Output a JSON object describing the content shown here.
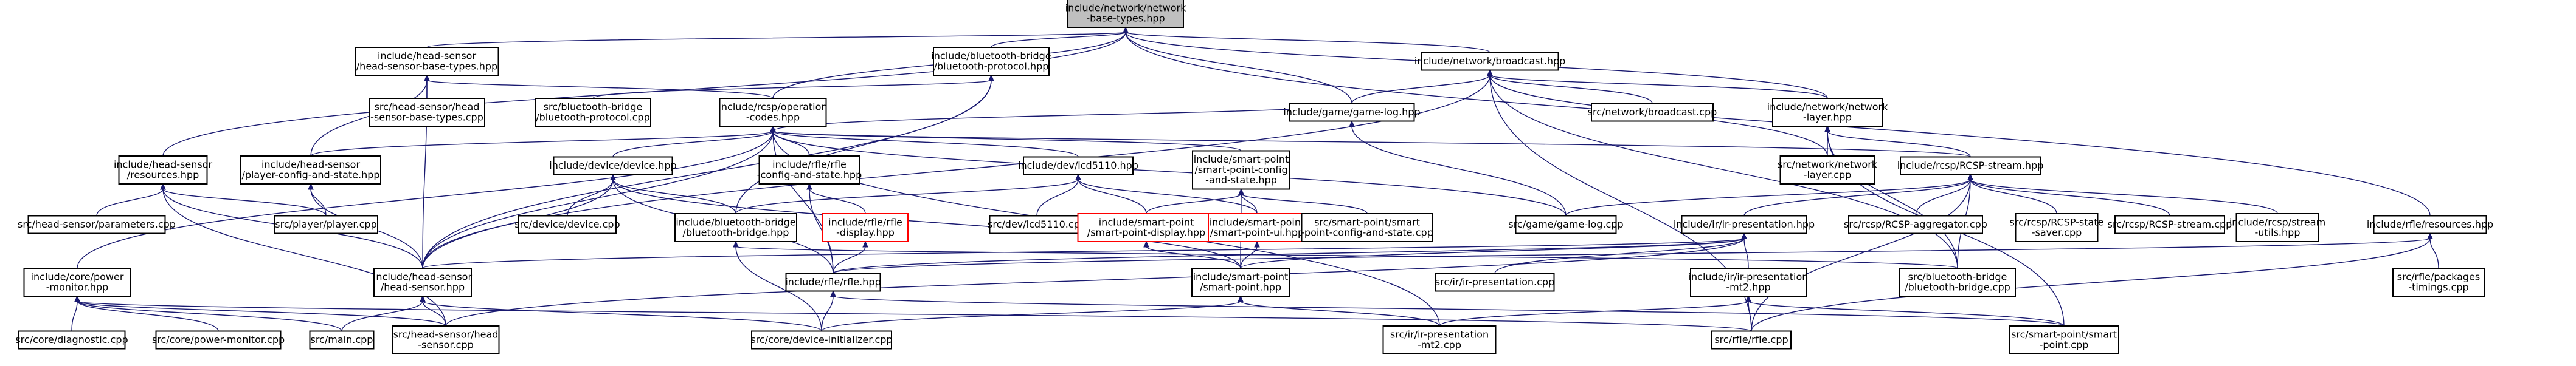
{
  "colors": {
    "edge": "#191970",
    "root_fill": "#bfbfbf",
    "node_border": "#000000",
    "missing_border": "#ff0000"
  },
  "nodes": [
    {
      "id": "root",
      "lines": [
        "include/network/network",
        "-base-types.hpp"
      ],
      "root": true
    },
    {
      "id": "hsbt",
      "lines": [
        "include/head-sensor",
        "/head-sensor-base-types.hpp"
      ]
    },
    {
      "id": "btproto",
      "lines": [
        "include/bluetooth-bridge",
        "/bluetooth-protocol.hpp"
      ]
    },
    {
      "id": "bcast",
      "lines": [
        "include/network/broadcast.hpp"
      ]
    },
    {
      "id": "hsbtcpp",
      "lines": [
        "src/head-sensor/head",
        "-sensor-base-types.cpp"
      ]
    },
    {
      "id": "btprotocpp",
      "lines": [
        "src/bluetooth-bridge",
        "/bluetooth-protocol.cpp"
      ]
    },
    {
      "id": "rcspop",
      "lines": [
        "include/rcsp/operation",
        "-codes.hpp"
      ]
    },
    {
      "id": "gamelog",
      "lines": [
        "include/game/game-log.hpp"
      ]
    },
    {
      "id": "bcastcpp",
      "lines": [
        "src/network/broadcast.cpp"
      ]
    },
    {
      "id": "netlayer",
      "lines": [
        "include/network/network",
        "-layer.hpp"
      ]
    },
    {
      "id": "hsres",
      "lines": [
        "include/head-sensor",
        "/resources.hpp"
      ]
    },
    {
      "id": "hspcs",
      "lines": [
        "include/head-sensor",
        "/player-config-and-state.hpp"
      ]
    },
    {
      "id": "devhpp",
      "lines": [
        "include/device/device.hpp"
      ]
    },
    {
      "id": "rflecfg",
      "lines": [
        "include/rfle/rfle",
        "-config-and-state.hpp"
      ]
    },
    {
      "id": "lcd",
      "lines": [
        "include/dev/lcd5110.hpp"
      ]
    },
    {
      "id": "sppcs",
      "lines": [
        "include/smart-point",
        "/smart-point-config",
        "-and-state.hpp"
      ]
    },
    {
      "id": "netlayercpp",
      "lines": [
        "src/network/network",
        "-layer.cpp"
      ]
    },
    {
      "id": "rcspstream",
      "lines": [
        "include/rcsp/RCSP-stream.hpp"
      ]
    },
    {
      "id": "params",
      "lines": [
        "src/head-sensor/parameters.cpp"
      ]
    },
    {
      "id": "playercpp",
      "lines": [
        "src/player/player.cpp"
      ]
    },
    {
      "id": "devcpp",
      "lines": [
        "src/device/device.cpp"
      ]
    },
    {
      "id": "btbridgehpp",
      "lines": [
        "include/bluetooth-bridge",
        "/bluetooth-bridge.hpp"
      ]
    },
    {
      "id": "rfledisp",
      "lines": [
        "include/rfle/rfle",
        "-display.hpp"
      ],
      "red": true
    },
    {
      "id": "lcdcpp",
      "lines": [
        "src/dev/lcd5110.cpp"
      ]
    },
    {
      "id": "spdisp",
      "lines": [
        "include/smart-point",
        "/smart-point-display.hpp"
      ],
      "red": true
    },
    {
      "id": "spui",
      "lines": [
        "include/smart-point",
        "/smart-point-ui.hpp"
      ],
      "red": true
    },
    {
      "id": "spcfgcpp",
      "lines": [
        "src/smart-point/smart",
        "-point-config-and-state.cpp"
      ]
    },
    {
      "id": "gamelogcpp",
      "lines": [
        "src/game/game-log.cpp"
      ]
    },
    {
      "id": "irpres",
      "lines": [
        "include/ir/ir-presentation.hpp"
      ]
    },
    {
      "id": "rcspagg",
      "lines": [
        "src/rcsp/RCSP-aggregator.cpp"
      ]
    },
    {
      "id": "rcspsaver",
      "lines": [
        "src/rcsp/RCSP-state",
        "-saver.cpp"
      ]
    },
    {
      "id": "rcspstreamcpp",
      "lines": [
        "src/rcsp/RCSP-stream.cpp"
      ]
    },
    {
      "id": "rcspstreamutils",
      "lines": [
        "include/rcsp/stream",
        "-utils.hpp"
      ]
    },
    {
      "id": "rfleres",
      "lines": [
        "include/rfle/resources.hpp"
      ]
    },
    {
      "id": "corepower",
      "lines": [
        "include/core/power",
        "-monitor.hpp"
      ]
    },
    {
      "id": "hshs",
      "lines": [
        "include/head-sensor",
        "/head-sensor.hpp"
      ]
    },
    {
      "id": "rflehpp",
      "lines": [
        "include/rfle/rfle.hpp"
      ]
    },
    {
      "id": "sphpp",
      "lines": [
        "include/smart-point",
        "/smart-point.hpp"
      ]
    },
    {
      "id": "irprescpp",
      "lines": [
        "src/ir/ir-presentation.cpp"
      ]
    },
    {
      "id": "irmt2",
      "lines": [
        "include/ir/ir-presentation",
        "-mt2.hpp"
      ]
    },
    {
      "id": "btbridgecpp",
      "lines": [
        "src/bluetooth-bridge",
        "/bluetooth-bridge.cpp"
      ]
    },
    {
      "id": "rflepkg",
      "lines": [
        "src/rfle/packages",
        "-timings.cpp"
      ]
    },
    {
      "id": "diag",
      "lines": [
        "src/core/diagnostic.cpp"
      ]
    },
    {
      "id": "powercpp",
      "lines": [
        "src/core/power-monitor.cpp"
      ]
    },
    {
      "id": "maincpp",
      "lines": [
        "src/main.cpp"
      ]
    },
    {
      "id": "hshscpp",
      "lines": [
        "src/head-sensor/head",
        "-sensor.cpp"
      ]
    },
    {
      "id": "devinit",
      "lines": [
        "src/core/device-initializer.cpp"
      ]
    },
    {
      "id": "irmt2cpp",
      "lines": [
        "src/ir/ir-presentation",
        "-mt2.cpp"
      ]
    },
    {
      "id": "rflecpp",
      "lines": [
        "src/rfle/rfle.cpp"
      ]
    },
    {
      "id": "spcpp",
      "lines": [
        "src/smart-point/smart",
        "-point.cpp"
      ]
    }
  ],
  "edges": [
    [
      "root",
      "hsbt"
    ],
    [
      "root",
      "btproto"
    ],
    [
      "root",
      "bcast"
    ],
    [
      "root",
      "rcspop"
    ],
    [
      "root",
      "gamelog"
    ],
    [
      "root",
      "netlayer"
    ],
    [
      "root",
      "hsres"
    ],
    [
      "root",
      "rfleres"
    ],
    [
      "hsbt",
      "hsbtcpp"
    ],
    [
      "hsbt",
      "hspcs"
    ],
    [
      "hsbt",
      "rcspop"
    ],
    [
      "hsbt",
      "hshs"
    ],
    [
      "btproto",
      "btprotocpp"
    ],
    [
      "btproto",
      "btbridgehpp"
    ],
    [
      "btproto",
      "hshs"
    ],
    [
      "bcast",
      "bcastcpp"
    ],
    [
      "bcast",
      "netlayer"
    ],
    [
      "bcast",
      "netlayercpp"
    ],
    [
      "bcast",
      "gamelog"
    ],
    [
      "bcast",
      "btbridgecpp"
    ],
    [
      "bcast",
      "rflecpp"
    ],
    [
      "bcast",
      "hshs"
    ],
    [
      "rcspop",
      "hspcs"
    ],
    [
      "rcspop",
      "devhpp"
    ],
    [
      "rcspop",
      "rflecfg"
    ],
    [
      "rcspop",
      "lcd"
    ],
    [
      "rcspop",
      "sppcs"
    ],
    [
      "rcspop",
      "gamelog"
    ],
    [
      "rcspop",
      "gamelogcpp"
    ],
    [
      "rcspop",
      "rcspstream"
    ],
    [
      "rcspop",
      "corepower"
    ],
    [
      "rcspop",
      "hshs"
    ],
    [
      "rcspop",
      "rflehpp"
    ],
    [
      "rcspop",
      "irmt2cpp"
    ],
    [
      "gamelog",
      "gamelogcpp"
    ],
    [
      "netlayer",
      "netlayercpp"
    ],
    [
      "netlayer",
      "rcspstream"
    ],
    [
      "netlayer",
      "btbridgecpp"
    ],
    [
      "netlayer",
      "spcpp"
    ],
    [
      "hsres",
      "params"
    ],
    [
      "hsres",
      "playercpp"
    ],
    [
      "hsres",
      "hshs"
    ],
    [
      "hsres",
      "hshscpp"
    ],
    [
      "hspcs",
      "playercpp"
    ],
    [
      "hspcs",
      "hshs"
    ],
    [
      "devhpp",
      "devcpp"
    ],
    [
      "devhpp",
      "btbridgehpp"
    ],
    [
      "devhpp",
      "hshs"
    ],
    [
      "devhpp",
      "rflehpp"
    ],
    [
      "devhpp",
      "sphpp"
    ],
    [
      "rflecfg",
      "rfledisp"
    ],
    [
      "rflecfg",
      "rflehpp"
    ],
    [
      "lcd",
      "lcdcpp"
    ],
    [
      "lcd",
      "spdisp"
    ],
    [
      "lcd",
      "btbridgehpp"
    ],
    [
      "lcd",
      "spui"
    ],
    [
      "sppcs",
      "spdisp"
    ],
    [
      "sppcs",
      "spui"
    ],
    [
      "sppcs",
      "spcfgcpp"
    ],
    [
      "sppcs",
      "sphpp"
    ],
    [
      "rcspstream",
      "gamelogcpp"
    ],
    [
      "rcspstream",
      "irpres"
    ],
    [
      "rcspstream",
      "rcspagg"
    ],
    [
      "rcspstream",
      "rcspsaver"
    ],
    [
      "rcspstream",
      "rcspstreamcpp"
    ],
    [
      "rcspstream",
      "rcspstreamutils"
    ],
    [
      "rcspstream",
      "btbridgecpp"
    ],
    [
      "rcspstream",
      "rflecpp"
    ],
    [
      "btbridgehpp",
      "btbridgecpp"
    ],
    [
      "btbridgehpp",
      "devinit"
    ],
    [
      "rfledisp",
      "rflehpp"
    ],
    [
      "spdisp",
      "sphpp"
    ],
    [
      "spui",
      "sphpp"
    ],
    [
      "irpres",
      "irprescpp"
    ],
    [
      "irpres",
      "irmt2"
    ],
    [
      "irpres",
      "hshs"
    ],
    [
      "irpres",
      "rflehpp"
    ],
    [
      "irpres",
      "sphpp"
    ],
    [
      "irpres",
      "hshscpp"
    ],
    [
      "rfleres",
      "rflepkg"
    ],
    [
      "rfleres",
      "rflehpp"
    ],
    [
      "rfleres",
      "rflecpp"
    ],
    [
      "corepower",
      "diag"
    ],
    [
      "corepower",
      "powercpp"
    ],
    [
      "corepower",
      "maincpp"
    ],
    [
      "corepower",
      "hshscpp"
    ],
    [
      "corepower",
      "rflecpp"
    ],
    [
      "hshs",
      "maincpp"
    ],
    [
      "hshs",
      "hshscpp"
    ],
    [
      "hshs",
      "devinit"
    ],
    [
      "rflehpp",
      "devinit"
    ],
    [
      "rflehpp",
      "spcpp"
    ],
    [
      "sphpp",
      "devinit"
    ],
    [
      "sphpp",
      "irmt2cpp"
    ],
    [
      "irmt2",
      "irmt2cpp"
    ],
    [
      "irmt2",
      "rflecpp"
    ],
    [
      "irmt2",
      "spcpp"
    ]
  ]
}
